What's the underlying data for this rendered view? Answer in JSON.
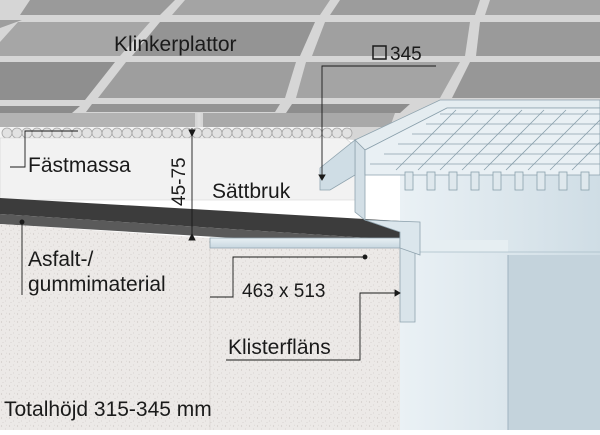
{
  "labels": {
    "tiles": "Klinkerplattor",
    "grate_size": "345",
    "adhesive": "Fästmassa",
    "height_range": "45-75",
    "mortar": "Sättbruk",
    "membrane_line1": "Asfalt-/",
    "membrane_line2": "gummimaterial",
    "flange_size": "463 x 513",
    "flange": "Klisterfläns",
    "total_height": "Totalhöjd 315-345 mm"
  },
  "colors": {
    "tile_light": "#a8a8a8",
    "tile_dark": "#8a8a8a",
    "grout": "#d6d6d6",
    "concrete": "#ece9e7",
    "membrane": "#3c3c3c",
    "mortar": "#f2f2f2",
    "stainless": "#dde8ee"
  }
}
